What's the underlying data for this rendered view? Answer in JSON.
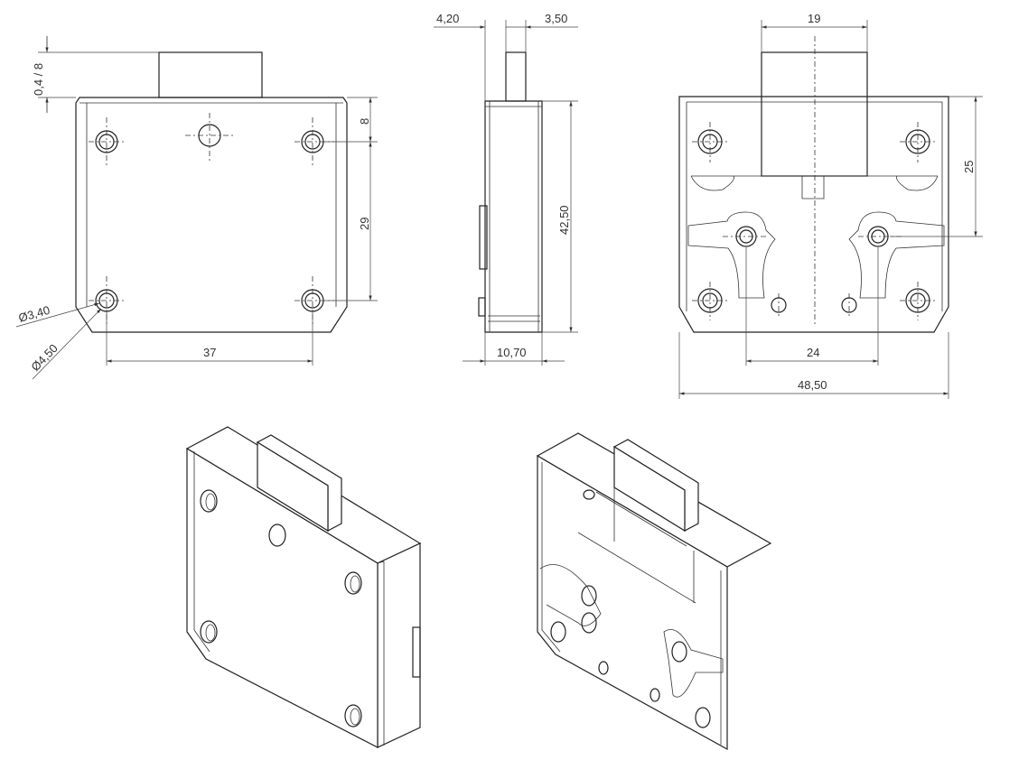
{
  "drawing": {
    "front_view": {
      "bolt_projection": "0,4 / 8",
      "top_hole_offset": "8",
      "hole_spacing_vertical": "29",
      "hole_diameter_inner": "Ø3,40",
      "hole_diameter_outer": "Ø4,50",
      "hole_spacing_horizontal": "37"
    },
    "side_view": {
      "bolt_offset": "4,20",
      "bolt_thickness": "3,50",
      "height": "42,50",
      "depth": "10,70"
    },
    "back_view": {
      "bolt_width": "19",
      "keyhole_offset": "25",
      "keyhole_spacing": "24",
      "width": "48,50"
    }
  }
}
